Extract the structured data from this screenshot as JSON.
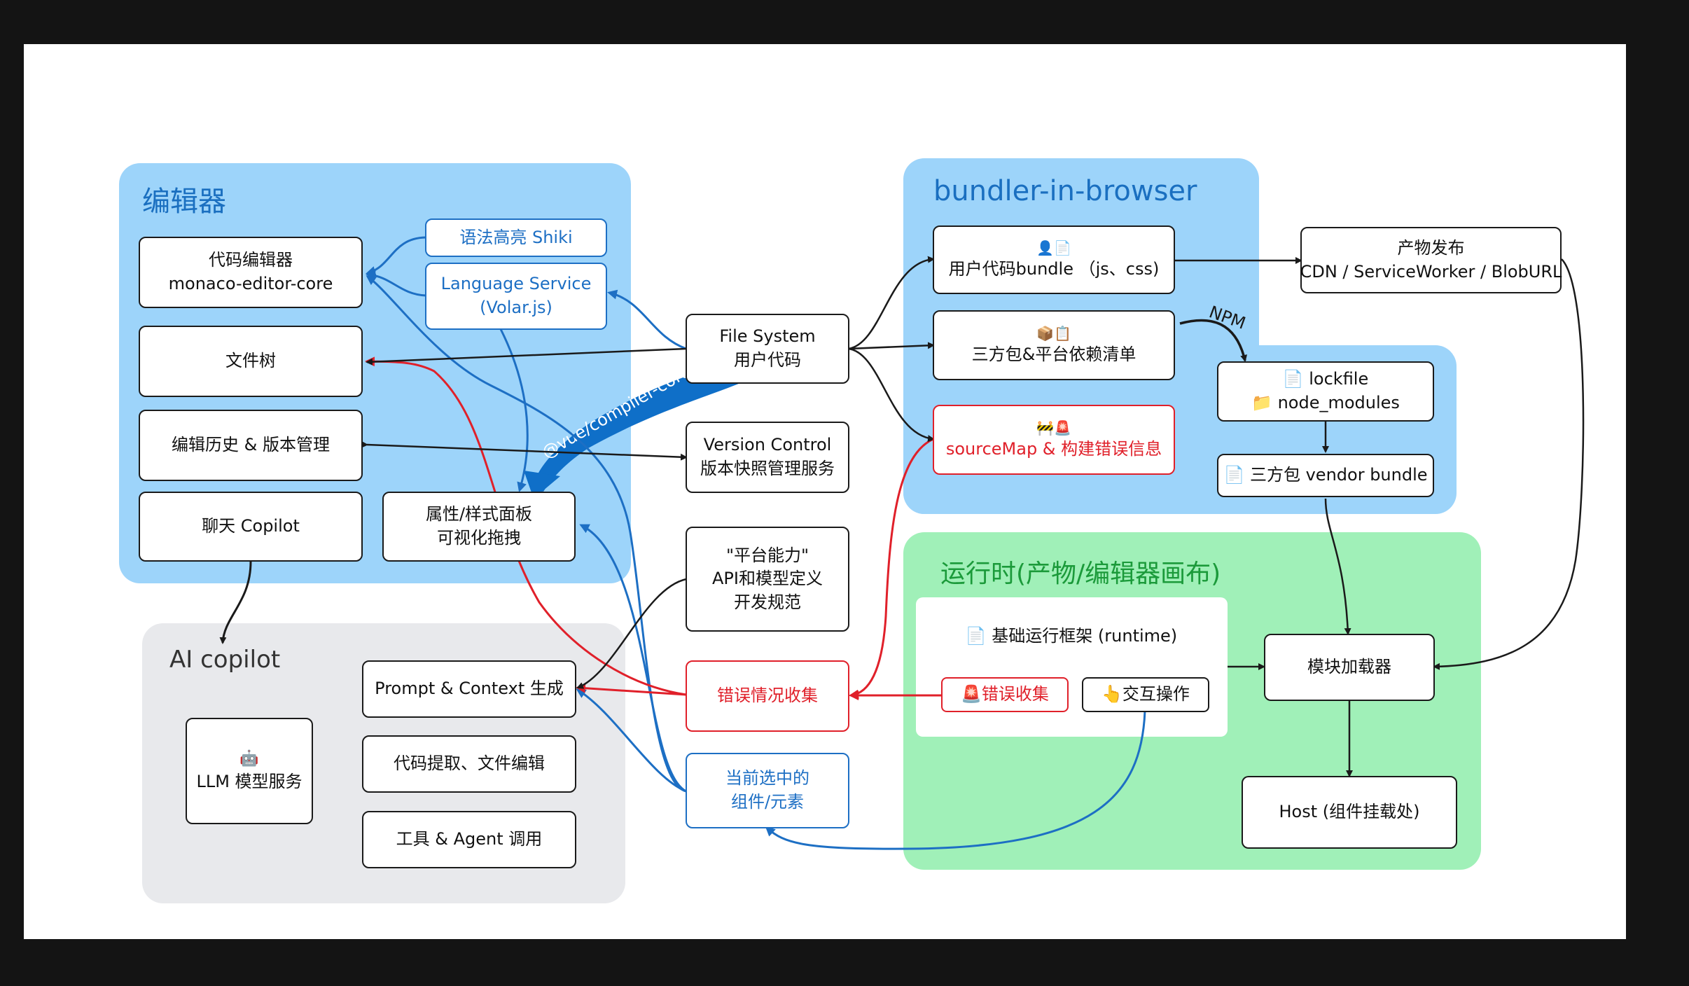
{
  "groups": {
    "editor": {
      "title": "编辑器",
      "color": "#9dd4fa",
      "title_color": "#1a6fc0"
    },
    "bundler": {
      "title": "bundler-in-browser",
      "color": "#9dd4fa",
      "title_color": "#1a6fc0"
    },
    "runtime": {
      "title": "运行时(产物/编辑器画布)",
      "color": "#a0f0b8",
      "title_color": "#1b9a3a"
    },
    "ai": {
      "title": "AI copilot",
      "color": "#e8e9ec",
      "title_color": "#333333"
    }
  },
  "nodes": {
    "code_editor": {
      "line1": "代码编辑器",
      "line2": "monaco-editor-core"
    },
    "file_tree": {
      "line1": "文件树"
    },
    "history": {
      "line1": "编辑历史 & 版本管理"
    },
    "chat": {
      "line1": "聊天 Copilot"
    },
    "props_panel": {
      "line1": "属性/样式面板",
      "line2": "可视化拖拽"
    },
    "shiki": {
      "line1": "语法高亮 Shiki"
    },
    "lang_service": {
      "line1": "Language Service",
      "line2": "(Volar.js)"
    },
    "file_system": {
      "line1": "File System",
      "line2": "用户代码"
    },
    "version_control": {
      "line1": "Version Control",
      "line2": "版本快照管理服务"
    },
    "platform": {
      "line1": "\"平台能力\"",
      "line2": "API和模型定义",
      "line3": "开发规范"
    },
    "error_collect": {
      "line1": "错误情况收集"
    },
    "selected": {
      "line1": "当前选中的",
      "line2": "组件/元素"
    },
    "user_bundle": {
      "icons": "👤📄",
      "line1": "用户代码bundle （js、css)"
    },
    "third_party_list": {
      "icons": "📦📋",
      "line1": "三方包&平台依赖清单"
    },
    "sourcemap": {
      "icons": "🚧🚨",
      "line1": "sourceMap & 构建错误信息"
    },
    "publish": {
      "line1": "产物发布",
      "line2": "CDN / ServiceWorker / BlobURL"
    },
    "lockfile": {
      "line1": "📄 lockfile",
      "line2": "📁 node_modules"
    },
    "vendor_bundle": {
      "line1": "📄 三方包 vendor bundle"
    },
    "runtime_base": {
      "line1": "📄 基础运行框架 (runtime)"
    },
    "error_collect_rt": {
      "line1": "🚨错误收集"
    },
    "interaction": {
      "line1": "👆交互操作"
    },
    "module_loader": {
      "line1": "模块加载器"
    },
    "host": {
      "line1": "Host (组件挂载处)"
    },
    "prompt_context": {
      "line1": "Prompt & Context 生成"
    },
    "code_extract": {
      "line1": "代码提取、文件编辑"
    },
    "tools_agent": {
      "line1": "工具 & Agent 调用"
    },
    "llm": {
      "icons": "🤖",
      "line1": "LLM 模型服务"
    }
  },
  "edge_labels": {
    "compiler_core": "@vue/compiler-core",
    "npm": "NPM"
  },
  "colors": {
    "black": "#1a1a1a",
    "blue": "#1d6fc4",
    "red": "#e0202a",
    "compiler_band": "#0f6fc8"
  }
}
